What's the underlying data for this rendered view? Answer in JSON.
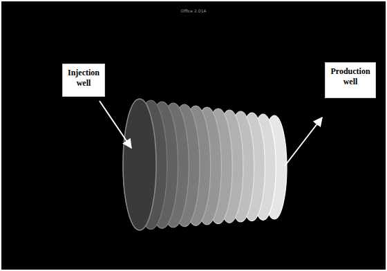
{
  "diagram": {
    "nodes": [
      {
        "text": [
          "Injection well"
        ]
      },
      {
        "text": [
          "Production well"
        ]
      }
    ],
    "labels": [
      "Office 2.01A"
    ]
  }
}
